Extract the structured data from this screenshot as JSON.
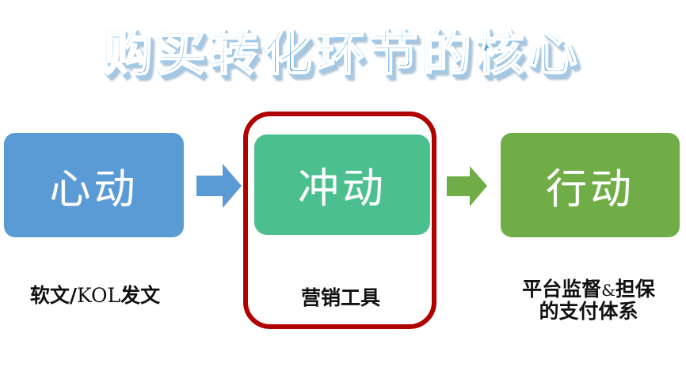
{
  "slide": {
    "background_color": "#ffffff",
    "title": "购买转化环节的核心",
    "title_colors": {
      "gradient_top": "#bfe0f5",
      "gradient_mid": "#5bb3e8",
      "gradient_bottom": "#0f63b8",
      "outline": "#ffffff"
    }
  },
  "flow": {
    "stages": [
      {
        "id": "stage-1",
        "label": "心动",
        "box_color": "#5b9bd5",
        "text_color": "#ffffff",
        "caption_zh_prefix": "软文/",
        "caption_latin": "KOL",
        "caption_zh_suffix": "发文",
        "caption_full": "软文/KOL发文",
        "highlighted": false
      },
      {
        "id": "stage-2",
        "label": "冲动",
        "box_color": "#4cbf8e",
        "text_color": "#ffffff",
        "caption_full": "营销工具",
        "highlighted": true,
        "highlight_color": "#b00000"
      },
      {
        "id": "stage-3",
        "label": "行动",
        "box_color": "#70ad47",
        "text_color": "#ffffff",
        "caption_line_1_zh_a": "平台监督",
        "caption_line_1_amp": "&",
        "caption_line_1_zh_b": "担保",
        "caption_line_2": "的支付体系",
        "caption_full": "平台监督&担保的支付体系",
        "highlighted": false
      }
    ],
    "arrows": [
      {
        "id": "arrow-1",
        "from": "stage-1",
        "to": "stage-2",
        "color": "#5b9bd5",
        "direction": "right"
      },
      {
        "id": "arrow-2",
        "from": "stage-2",
        "to": "stage-3",
        "color": "#70ad47",
        "direction": "right"
      }
    ]
  }
}
